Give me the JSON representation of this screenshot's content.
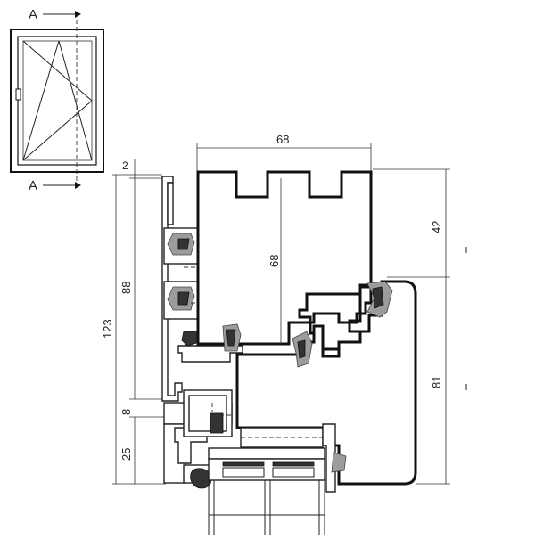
{
  "section_marks": {
    "top": "A",
    "bottom": "A"
  },
  "dimensions": {
    "frame_width": "68",
    "sash_inner_depth": "68",
    "top_offset": "2",
    "overall_height": "123",
    "profile_height": "88",
    "sill_step": "8",
    "sill_height": "25",
    "sash_upper": "42",
    "sash_lower": "81"
  }
}
